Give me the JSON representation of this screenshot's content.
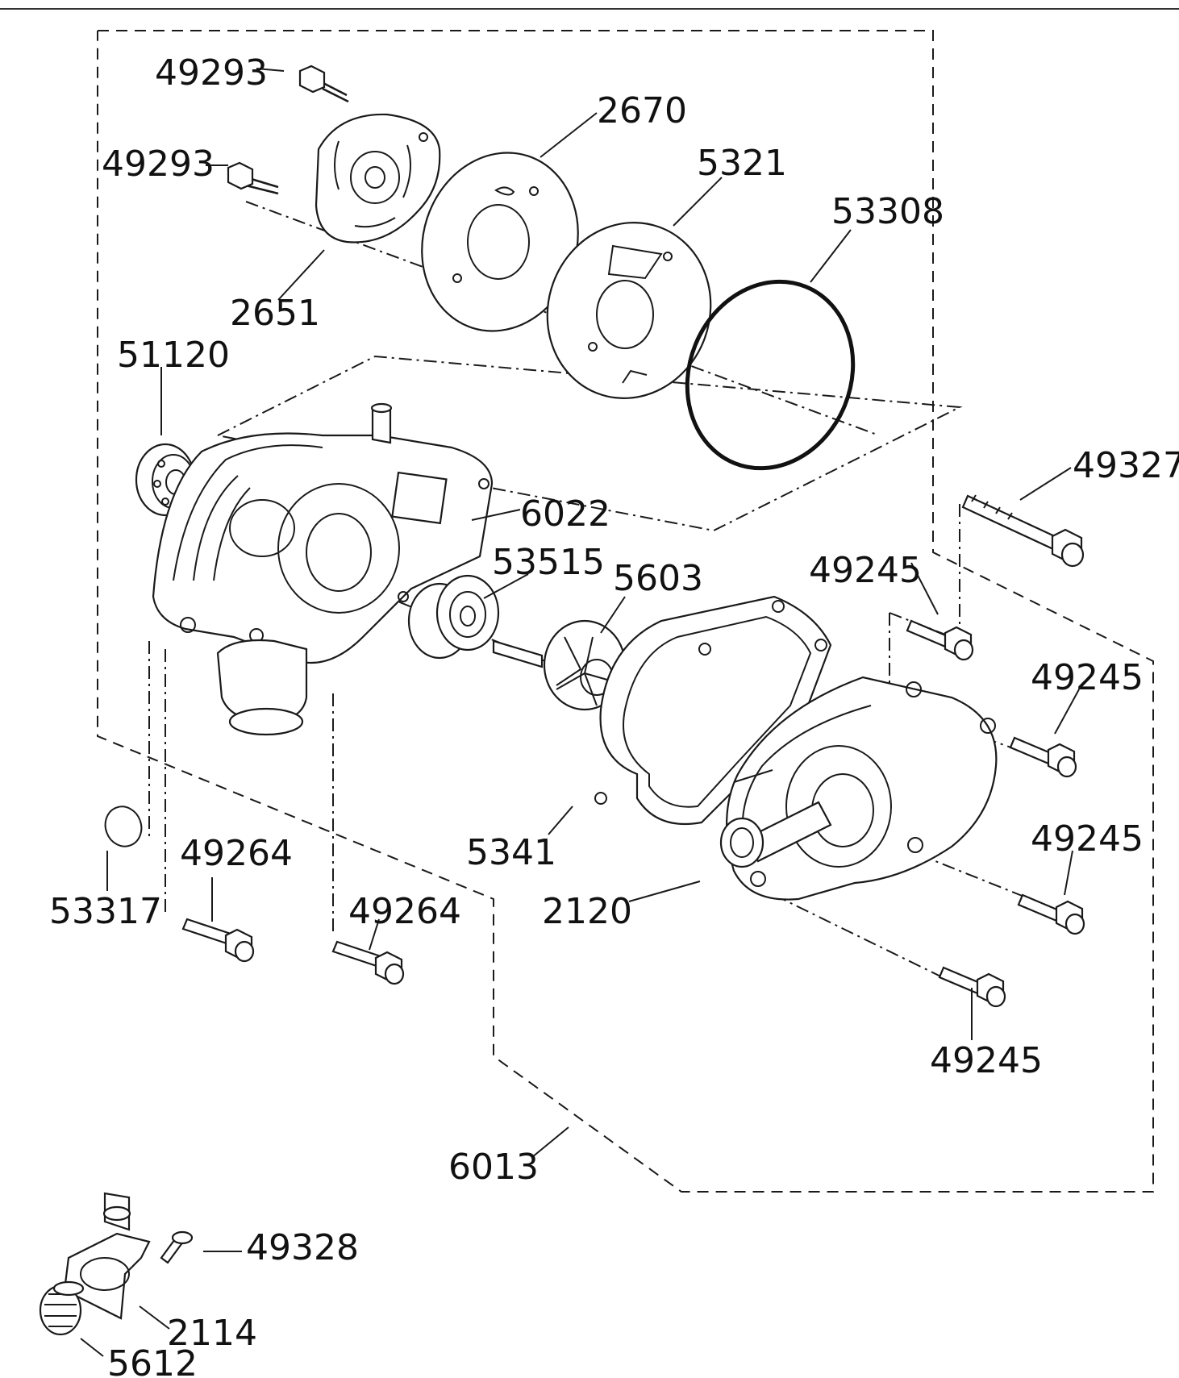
{
  "diagram": {
    "part_labels": {
      "p49293_a": "49293",
      "p49293_b": "49293",
      "p2670": "2670",
      "p5321": "5321",
      "p53308": "53308",
      "p2651": "2651",
      "p51120": "51120",
      "p49327": "49327",
      "p6022": "6022",
      "p53515": "53515",
      "p5603": "5603",
      "p49245_a": "49245",
      "p49245_b": "49245",
      "p49245_c": "49245",
      "p49245_d": "49245",
      "p49264_a": "49264",
      "p49264_b": "49264",
      "p53317": "53317",
      "p5341": "5341",
      "p2120": "2120",
      "p6013": "6013",
      "p49328": "49328",
      "p2114": "2114",
      "p5612": "5612"
    }
  }
}
